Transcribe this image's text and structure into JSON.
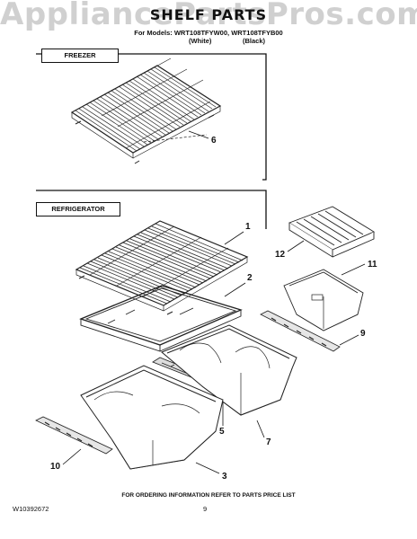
{
  "watermark": "AppliancePartsPros.com",
  "header": {
    "title": "SHELF PARTS",
    "models_line": "For Models: WRT108TFYW00, WRT108TFYB00",
    "variant_white": "(White)",
    "variant_black": "(Black)"
  },
  "sections": {
    "freezer": "FREEZER",
    "refrigerator": "REFRIGERATOR"
  },
  "callouts": {
    "c1": "1",
    "c2": "2",
    "c3": "3",
    "c5": "5",
    "c6": "6",
    "c7": "7",
    "c9": "9",
    "c10": "10",
    "c11": "11",
    "c12": "12"
  },
  "footer": {
    "note": "FOR ORDERING INFORMATION REFER TO PARTS PRICE LIST",
    "doc_id": "W10392672",
    "page": "9"
  }
}
